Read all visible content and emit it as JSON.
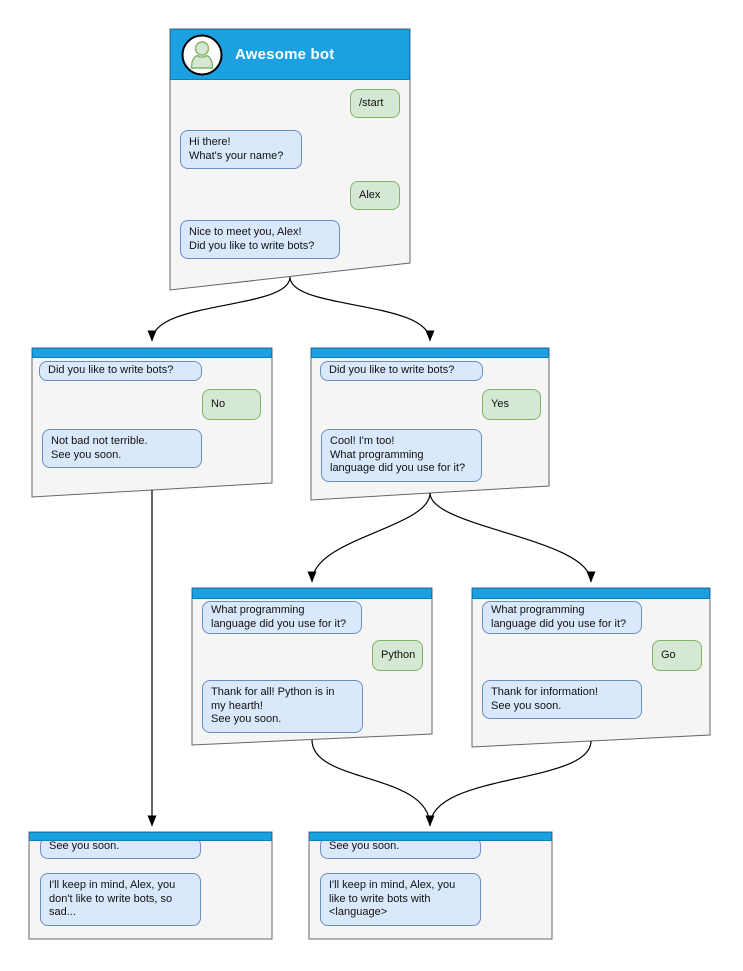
{
  "colors": {
    "titlebar": "#1ba1e2",
    "titlebar_border": "#0d7fb8",
    "window_fill": "#f5f5f5",
    "window_border": "#666666",
    "bot_bubble_fill": "#dae8fc",
    "bot_bubble_border": "#6c8ebf",
    "user_bubble_fill": "#d5e8d4",
    "user_bubble_border": "#82b366",
    "arrow": "#000000",
    "title_text": "#ffffff"
  },
  "start": {
    "title": "Awesome bot",
    "user_start": "/start",
    "bot_greeting": "Hi there!\nWhat's your name?",
    "user_name": "Alex",
    "bot_ask_bots": "Nice to meet you, Alex!\nDid you like to write bots?"
  },
  "branch_no": {
    "question": "Did you like to write bots?",
    "answer": "No",
    "reply": "Not bad not terrible.\nSee you soon."
  },
  "branch_yes": {
    "question": "Did you like to write bots?",
    "answer": "Yes",
    "reply": "Cool! I'm too!\nWhat programming\nlanguage did you use for it?"
  },
  "lang_python": {
    "question": "What programming\nlanguage did you use for it?",
    "answer": "Python",
    "reply": "Thank for all! Python is in\nmy hearth!\nSee you soon."
  },
  "lang_go": {
    "question": "What programming\nlanguage did you use for it?",
    "answer": "Go",
    "reply": "Thank for information!\nSee you soon."
  },
  "end_no": {
    "question": "See you soon.",
    "reply": "I'll keep in mind, Alex, you\ndon't like to write bots, so\nsad..."
  },
  "end_lang": {
    "question": "See you soon.",
    "reply": "I'll keep in mind, Alex, you\nlike to write bots with\n<language>"
  }
}
